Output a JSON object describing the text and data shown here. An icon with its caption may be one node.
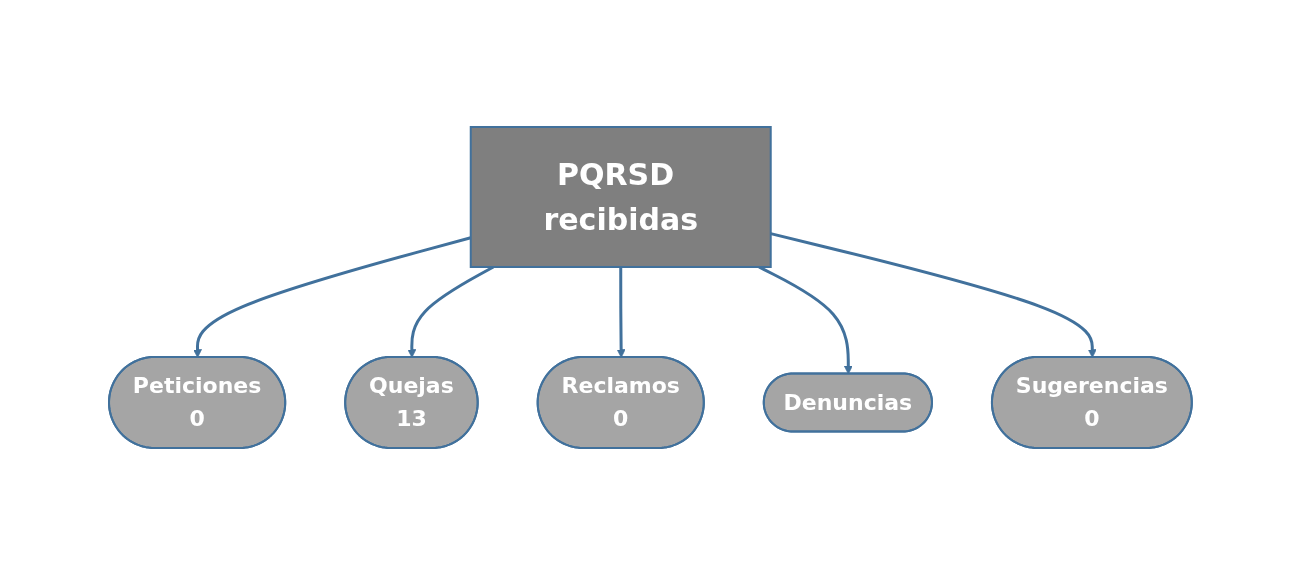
{
  "diagram": {
    "nodes": [
      {
        "text": [
          "Peticiones",
          "0"
        ]
      },
      {
        "text": [
          "PQRSD recibidas"
        ]
      },
      {
        "text": [
          "Quejas",
          "13"
        ]
      },
      {
        "text": [
          "Sugerencias",
          "0"
        ]
      },
      {
        "text": [
          "Reclamos",
          "0"
        ]
      },
      {
        "text": [
          "Denuncias"
        ]
      }
    ],
    "edges": [
      {
        "from": 1,
        "to": 0,
        "arrow": "to"
      },
      {
        "from": 1,
        "to": 2,
        "arrow": "to"
      },
      {
        "from": 1,
        "to": 4,
        "arrow": "to"
      },
      {
        "from": 1,
        "to": 5,
        "arrow": "to"
      },
      {
        "from": 1,
        "to": 3,
        "arrow": "to"
      }
    ]
  }
}
